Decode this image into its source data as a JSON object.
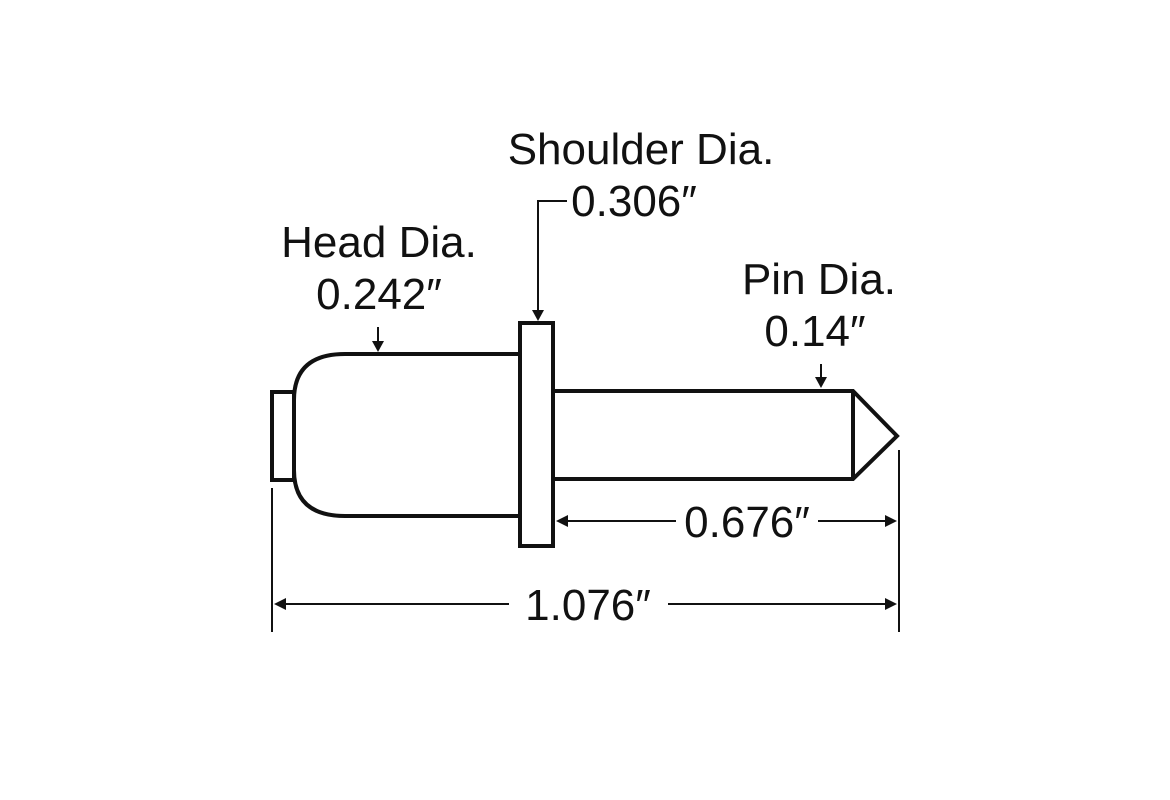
{
  "labels": {
    "shoulder": {
      "name": "Shoulder Dia.",
      "value": "0.306″"
    },
    "head": {
      "name": "Head Dia.",
      "value": "0.242″"
    },
    "pin": {
      "name": "Pin Dia.",
      "value": "0.14″"
    }
  },
  "dimensions": {
    "pin_length": "0.676″",
    "overall_length": "1.076″"
  },
  "colors": {
    "line": "#111111",
    "background": "#ffffff"
  }
}
